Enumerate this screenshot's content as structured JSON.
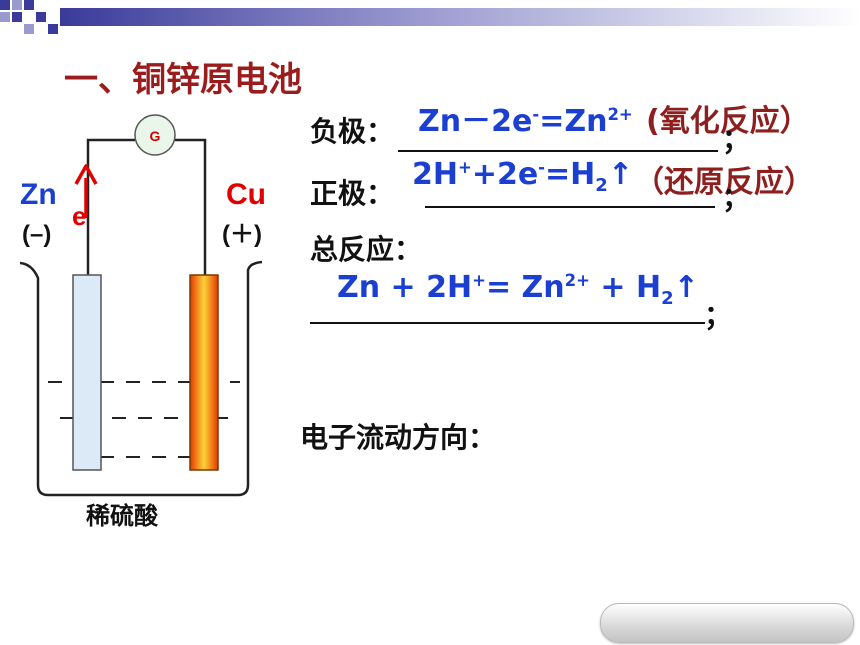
{
  "title": "一、铜锌原电池",
  "diagram": {
    "galvanometer": "G",
    "zn_label": "Zn",
    "zn_sign": "(–)",
    "cu_label": "Cu",
    "cu_sign": "(＋)",
    "electron": "e",
    "solution": "稀硫酸",
    "colors": {
      "zn_rod": "#dce9f7",
      "cu_rod": "#f5a623",
      "wire": "#222222",
      "arrow": "#e00000"
    }
  },
  "negative": {
    "label": "负极：",
    "eq_a": "Zn－2e",
    "eq_sup1": "-",
    "eq_b": "=Zn",
    "eq_sup2": "2+",
    "reaction": "(氧化反应）",
    "end": "；"
  },
  "positive": {
    "label": "正极：",
    "eq_a": "2H",
    "eq_sup1": "+",
    "eq_b": "+2e",
    "eq_sup2": "-",
    "eq_c": "=H",
    "eq_sub": "2",
    "eq_d": "↑",
    "reaction": "（还原反应）",
    "end": "；"
  },
  "total": {
    "label": "总反应：",
    "eq_a": "Zn + 2H",
    "eq_sup1": "+",
    "eq_b": "= Zn",
    "eq_sup2": "2+",
    "eq_c": " + H",
    "eq_sub": "2",
    "eq_d": "↑",
    "end": "；"
  },
  "electron_flow_label": "电子流动方向："
}
